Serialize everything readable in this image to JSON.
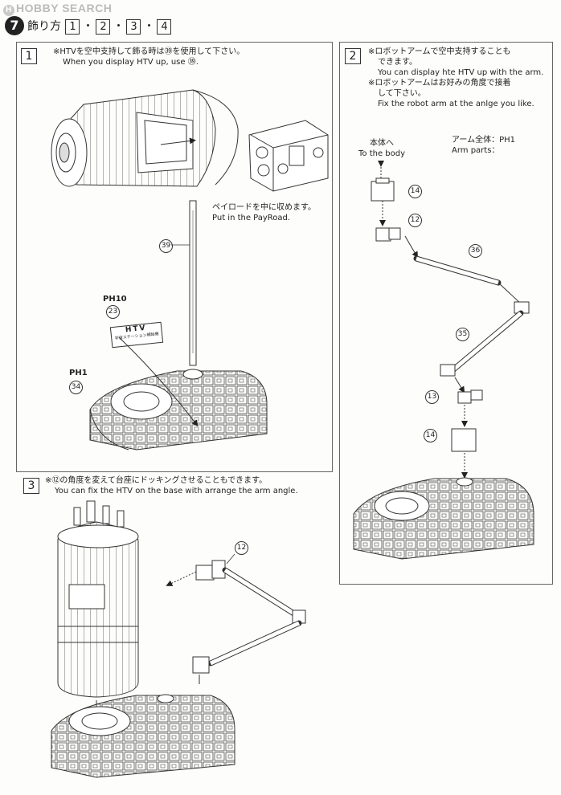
{
  "watermark": "HOBBY SEARCH",
  "watermark_logo": "H",
  "header": {
    "step_number": "7",
    "title": "飾り方",
    "parts": [
      "1",
      "2",
      "3",
      "4"
    ],
    "sep": "・"
  },
  "panel1": {
    "number": "1",
    "note_jp": "※HTVを空中支持して飾る時は㊴を使用して下さい。",
    "note_en": "When you display HTV up, use ㊴.",
    "payload_jp": "ペイロードを中に収めます。",
    "payload_en": "Put in the PayRoad.",
    "callouts": [
      "39",
      "23",
      "34"
    ],
    "sheet_labels": [
      "PH10",
      "PH1"
    ],
    "plate_title": "HTV",
    "plate_sub": "宇宙ステーション補給機"
  },
  "panel2": {
    "number": "2",
    "note1_jp": "※ロボットアームで空中支持することも",
    "note1_jp2": "できます。",
    "note1_en": "You can display hte HTV up with the arm.",
    "note2_jp": "※ロボットアームはお好みの角度で接着",
    "note2_jp2": "して下さい。",
    "note2_en": "Fix the robot arm at the anlge you like.",
    "to_body_jp": "本体へ",
    "to_body_en": "To the body",
    "arm_jp": "アーム全体：PH1",
    "arm_en": "Arm parts：",
    "callouts": [
      "14",
      "12",
      "36",
      "35",
      "13",
      "14"
    ]
  },
  "panel3": {
    "number": "3",
    "note_jp": "※⑫の角度を変えて台座にドッキングさせることもできます。",
    "note_en": "You can fix the HTV on the base with arrange the arm angle.",
    "callouts": [
      "12"
    ]
  }
}
